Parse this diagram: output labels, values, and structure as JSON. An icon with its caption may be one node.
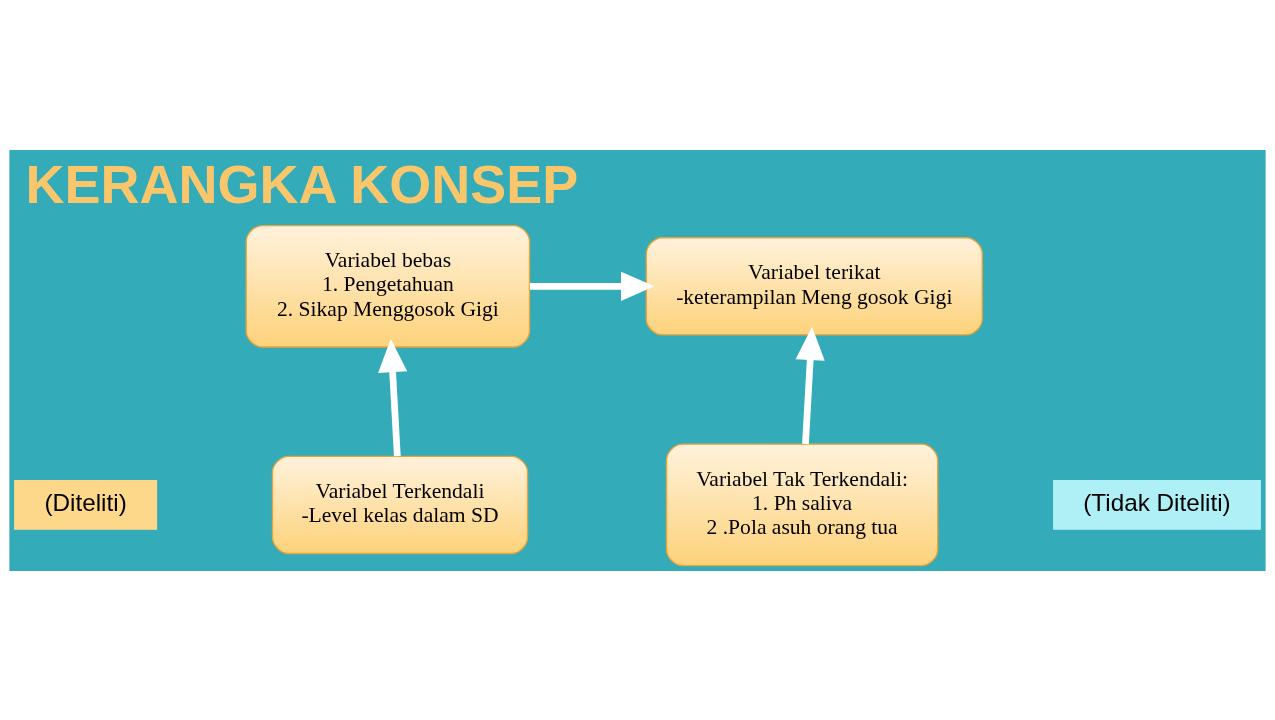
{
  "diagram": {
    "title": "KERANGKA KONSEP",
    "nodes": [
      {
        "text": [
          "Variabel bebas",
          "1. Pengetahuan",
          "2. Sikap Menggosok Gigi"
        ]
      },
      {
        "text": [
          "Variabel terikat",
          "-keterampilan Meng gosok Gigi"
        ]
      },
      {
        "text": [
          "Variabel Terkendali",
          "-Level kelas dalam SD"
        ]
      },
      {
        "text": [
          "Variabel Tak Terkendali:",
          "1. Ph saliva",
          "2 .Pola asuh orang tua"
        ]
      }
    ],
    "edges": [
      {
        "from": 0,
        "to": 1,
        "arrow": "to"
      },
      {
        "from": 2,
        "to": 0,
        "arrow": "to"
      },
      {
        "from": 3,
        "to": 1,
        "arrow": "to"
      }
    ],
    "legend": [
      {
        "text": "(Diteliti)",
        "color": "#fdd88a"
      },
      {
        "text": "(Tidak Diteliti)",
        "color": "#aef0f5"
      }
    ]
  }
}
